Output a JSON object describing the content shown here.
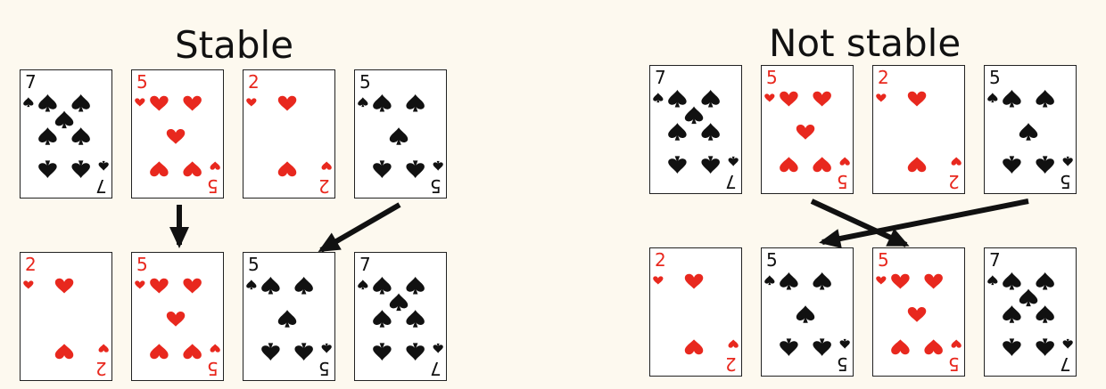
{
  "colors": {
    "background": "#fdf9ef",
    "red": "#e8281e",
    "black": "#111111",
    "arrow": "#111111"
  },
  "panels": [
    {
      "id": "stable",
      "title": "Stable",
      "before": [
        {
          "rank": "7",
          "suit": "spades"
        },
        {
          "rank": "5",
          "suit": "hearts"
        },
        {
          "rank": "2",
          "suit": "hearts"
        },
        {
          "rank": "5",
          "suit": "spades"
        }
      ],
      "after": [
        {
          "rank": "2",
          "suit": "hearts"
        },
        {
          "rank": "5",
          "suit": "hearts"
        },
        {
          "rank": "5",
          "suit": "spades"
        },
        {
          "rank": "7",
          "suit": "spades"
        }
      ],
      "moves": [
        {
          "from_before_index": 1,
          "to_after_index": 1
        },
        {
          "from_before_index": 3,
          "to_after_index": 2
        }
      ]
    },
    {
      "id": "not-stable",
      "title": "Not stable",
      "before": [
        {
          "rank": "7",
          "suit": "spades"
        },
        {
          "rank": "5",
          "suit": "hearts"
        },
        {
          "rank": "2",
          "suit": "hearts"
        },
        {
          "rank": "5",
          "suit": "spades"
        }
      ],
      "after": [
        {
          "rank": "2",
          "suit": "hearts"
        },
        {
          "rank": "5",
          "suit": "spades"
        },
        {
          "rank": "5",
          "suit": "hearts"
        },
        {
          "rank": "7",
          "suit": "spades"
        }
      ],
      "moves": [
        {
          "from_before_index": 1,
          "to_after_index": 2
        },
        {
          "from_before_index": 3,
          "to_after_index": 1
        }
      ]
    }
  ]
}
